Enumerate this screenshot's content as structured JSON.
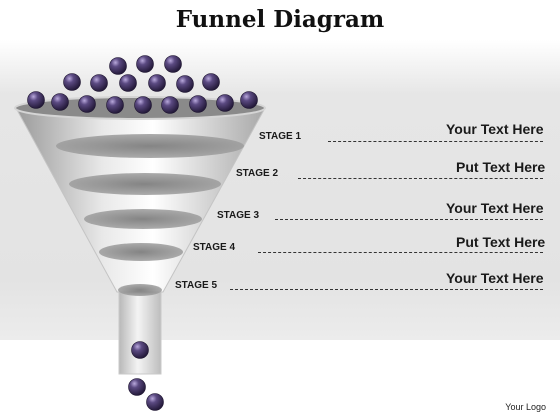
{
  "title": "Funnel Diagram",
  "stages": [
    {
      "label": "STAGE 1",
      "text": "Your Text Here"
    },
    {
      "label": "STAGE 2",
      "text": "Put Text Here"
    },
    {
      "label": "STAGE 3",
      "text": "Your Text Here"
    },
    {
      "label": "STAGE 4",
      "text": "Put Text Here"
    },
    {
      "label": "STAGE 5",
      "text": "Your Text Here"
    }
  ],
  "logo": "Your Logo",
  "colors": {
    "ball": "#4a3a6b",
    "funnel": "#bdbdbd",
    "dash": "#333333"
  }
}
